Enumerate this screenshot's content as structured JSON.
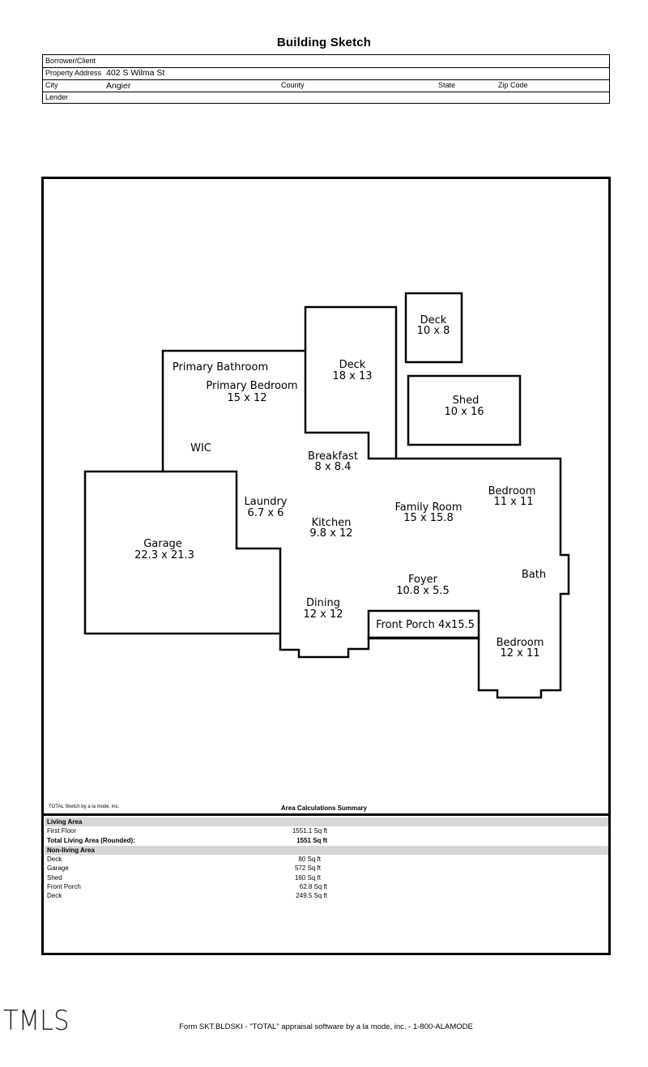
{
  "document": {
    "title": "Building Sketch",
    "footer": "Form SKT.BLDSKI - \"TOTAL\" appraisal software by a la mode, inc. - 1-800-ALAMODE",
    "logo": "TMLS"
  },
  "header": {
    "borrower_label": "Borrower/Client",
    "borrower_value": "",
    "property_label": "Property Address",
    "property_value": "402 S Wilma St",
    "city_label": "City",
    "city_value": "Angier",
    "county_label": "County",
    "state_label": "State",
    "zip_label": "Zip Code",
    "lender_label": "Lender"
  },
  "sketch": {
    "rooms": {
      "deck_small": {
        "name": "Deck",
        "dims": "10 x 8"
      },
      "deck_large": {
        "name": "Deck",
        "dims": "18 x 13"
      },
      "shed": {
        "name": "Shed",
        "dims": "10 x 16"
      },
      "primary_bathroom": {
        "name": "Primary Bathroom"
      },
      "primary_bedroom": {
        "name": "Primary Bedroom",
        "dims": "15 x 12"
      },
      "wic": {
        "name": "WIC"
      },
      "breakfast": {
        "name": "Breakfast",
        "dims": "8 x 8.4"
      },
      "laundry": {
        "name": "Laundry",
        "dims": "6.7 x 6"
      },
      "kitchen": {
        "name": "Kitchen",
        "dims": "9.8 x 12"
      },
      "family_room": {
        "name": "Family Room",
        "dims": "15 x 15.8"
      },
      "bedroom1": {
        "name": "Bedroom",
        "dims": "11 x 11"
      },
      "garage": {
        "name": "Garage",
        "dims": "22.3 x 21.3"
      },
      "bath": {
        "name": "Bath"
      },
      "foyer": {
        "name": "Foyer",
        "dims": "10.8 x 5.5"
      },
      "dining": {
        "name": "Dining",
        "dims": "12 x 12"
      },
      "front_porch": {
        "name": "Front Porch 4x15.5"
      },
      "bedroom2": {
        "name": "Bedroom",
        "dims": "12 x 11"
      }
    }
  },
  "summary": {
    "credit": "TOTAL Sketch by a la mode, inc.",
    "title": "Area Calculations Summary",
    "living_header": "Living Area",
    "living_rows": [
      {
        "label": "First Floor",
        "value": "1551.1 Sq ft"
      }
    ],
    "total_label": "Total Living Area (Rounded):",
    "total_value": "1551 Sq ft",
    "nonliving_header": "Non-living Area",
    "nonliving_rows": [
      {
        "label": "Deck",
        "value": "80 Sq ft"
      },
      {
        "label": "Garage",
        "value": "572 Sq ft"
      },
      {
        "label": "Shed",
        "value": "160 Sq ft"
      },
      {
        "label": "Front Porch",
        "value": "62.8 Sq ft"
      },
      {
        "label": "Deck",
        "value": "249.5 Sq ft"
      }
    ]
  }
}
